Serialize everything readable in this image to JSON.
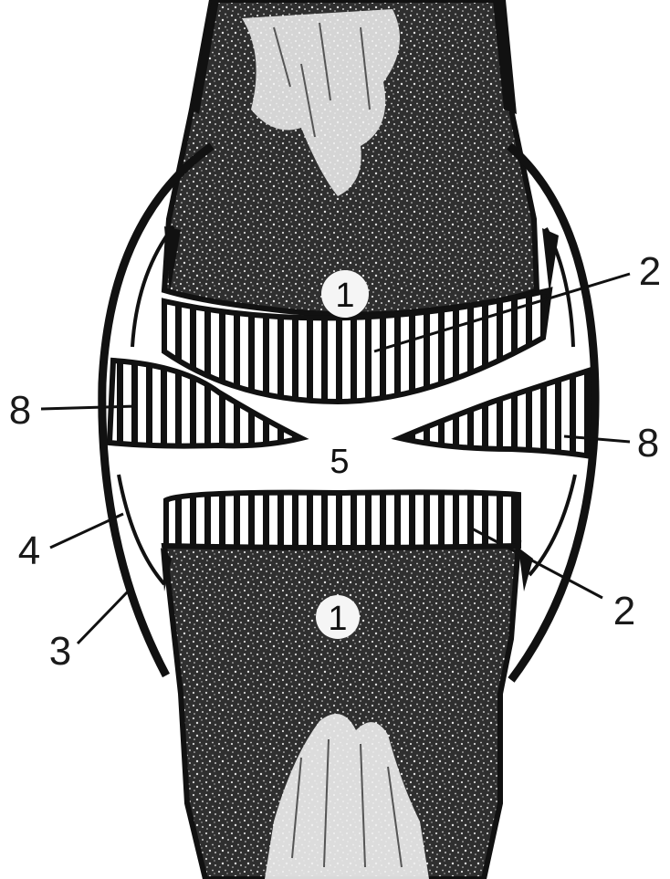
{
  "labels": {
    "bone_upper": "1",
    "bone_lower": "1",
    "cartilage_upper": "2",
    "cartilage_lower": "2",
    "capsule_outer": "3",
    "capsule_inner": "4",
    "cavity": "5",
    "disc_left": "8",
    "disc_right": "8"
  },
  "colors": {
    "ink": "#111111",
    "paper": "#ffffff",
    "bone_fill": "#3a3a3a"
  }
}
